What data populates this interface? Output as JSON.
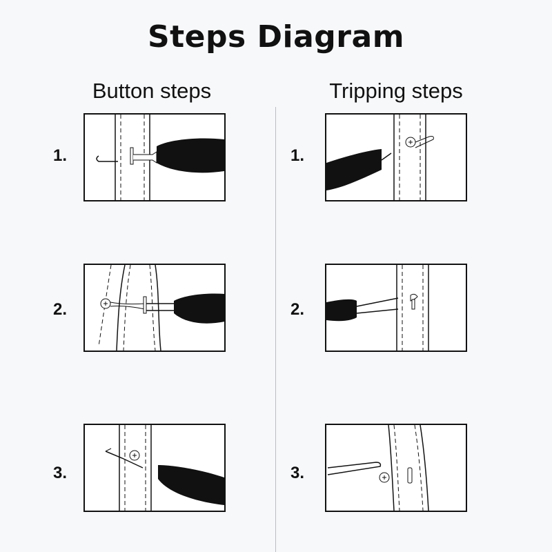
{
  "title": "Steps Diagram",
  "columns": [
    {
      "heading": "Button steps",
      "steps": [
        "1.",
        "2.",
        "3."
      ]
    },
    {
      "heading": "Tripping steps",
      "steps": [
        "1.",
        "2.",
        "3."
      ]
    }
  ],
  "colors": {
    "background": "#f7f8fa",
    "ink": "#111111",
    "divider": "#b9bcc2"
  }
}
